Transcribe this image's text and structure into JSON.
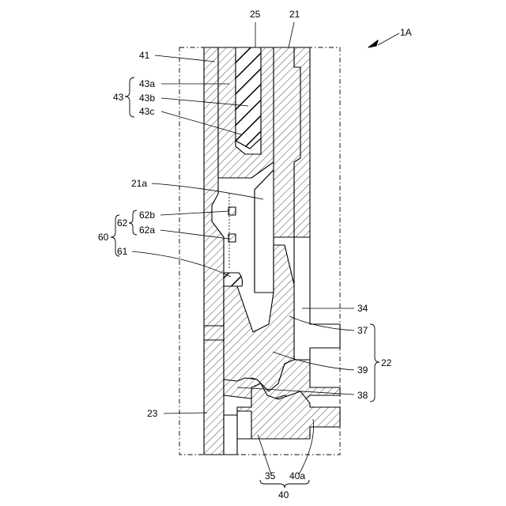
{
  "figure": {
    "label_1A": "1A",
    "labels": {
      "l25": "25",
      "l21": "21",
      "l41": "41",
      "l43": "43",
      "l43a": "43a",
      "l43b": "43b",
      "l43c": "43c",
      "l21a": "21a",
      "l60": "60",
      "l62": "62",
      "l62b": "62b",
      "l62a": "62a",
      "l61": "61",
      "l34": "34",
      "l37": "37",
      "l22": "22",
      "l39": "39",
      "l38": "38",
      "l23": "23",
      "l35": "35",
      "l40a": "40a",
      "l40": "40"
    }
  }
}
